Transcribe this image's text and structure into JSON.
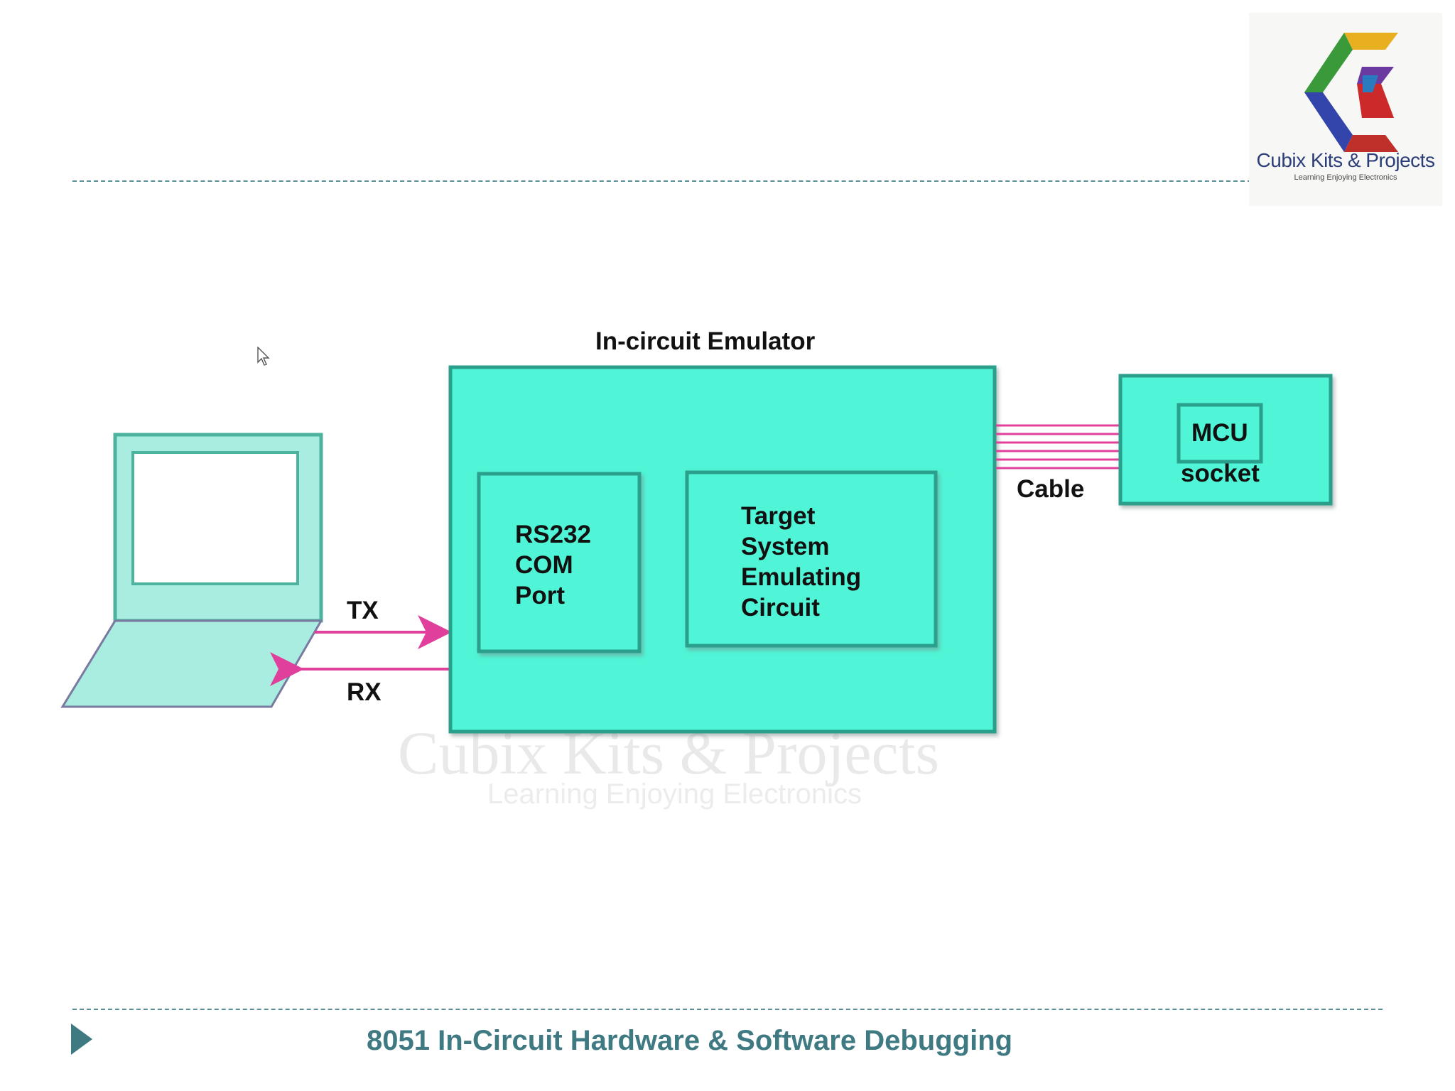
{
  "logo": {
    "name": "Cubix Kits & Projects",
    "tagline": "Learning Enjoying Electronics"
  },
  "diagram": {
    "emulator_title": "In-circuit Emulator",
    "com_port_lines": [
      "RS232",
      "COM",
      "Port"
    ],
    "emulating_lines": [
      "Target",
      "System",
      "Emulating",
      "Circuit"
    ],
    "tx_label": "TX",
    "rx_label": "RX",
    "cable_label": "Cable",
    "mcu_label": "MCU",
    "socket_label": "socket"
  },
  "watermark": {
    "name": "Cubix Kits & Projects",
    "tagline": "Learning Enjoying Electronics"
  },
  "footer": {
    "title": "8051 In-Circuit Hardware & Software Debugging"
  },
  "colors": {
    "box_fill": "#4ff5d6",
    "box_border": "#2a9f8c",
    "laptop_fill": "#a8ede0",
    "arrow": "#e0409b",
    "accent": "#3f7a82"
  }
}
